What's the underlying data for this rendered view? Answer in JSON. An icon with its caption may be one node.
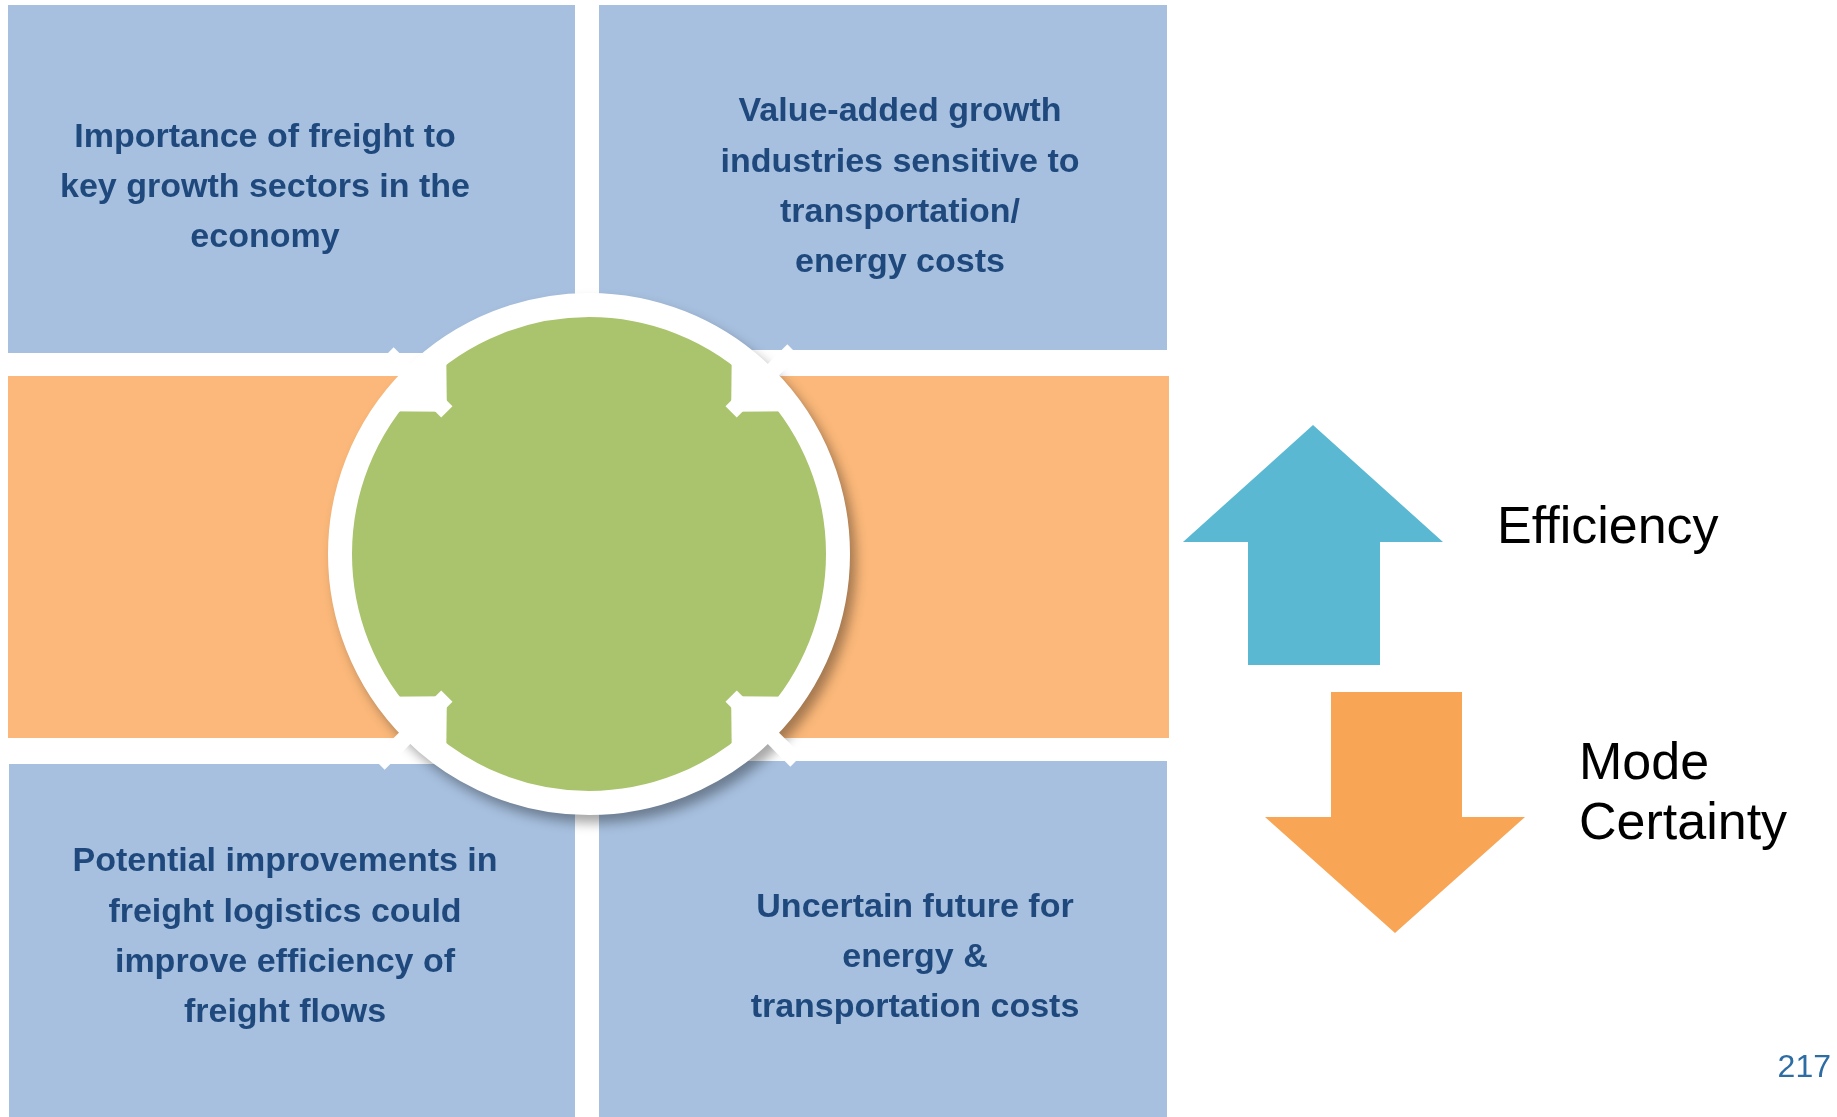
{
  "diagram": {
    "nodes": [
      {
        "text": [
          "Importance of freight to key growth sectors in the economy"
        ]
      },
      {
        "text": [
          "Value-added growth industries sensitive to transportation/ energy costs"
        ]
      },
      {
        "text": [
          "Potential improvements in freight logistics could improve efficiency of freight flows"
        ]
      },
      {
        "text": [
          "Uncertain future for energy & transportation costs"
        ]
      },
      {
        "text": [],
        "shape": "circle"
      }
    ],
    "edges": [
      {
        "from": 0,
        "to": 4,
        "arrow": "to"
      },
      {
        "from": 1,
        "to": 4,
        "arrow": "to"
      },
      {
        "from": 2,
        "to": 4,
        "arrow": "to"
      },
      {
        "from": 3,
        "to": 4,
        "arrow": "to"
      }
    ],
    "labels": [
      "Efficiency",
      "Mode Certainty",
      "217"
    ]
  }
}
